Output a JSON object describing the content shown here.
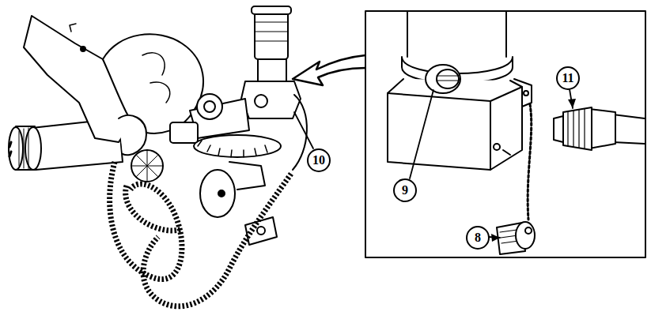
{
  "diagram": {
    "labels": [
      "10",
      "9",
      "8",
      "11"
    ]
  }
}
